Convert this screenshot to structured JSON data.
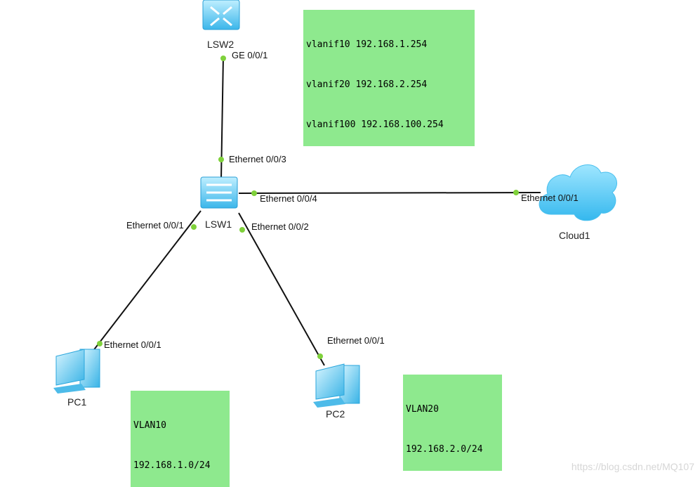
{
  "devices": {
    "lsw2": {
      "label": "LSW2"
    },
    "lsw1": {
      "label": "LSW1"
    },
    "cloud1": {
      "label": "Cloud1"
    },
    "pc1": {
      "label": "PC1"
    },
    "pc2": {
      "label": "PC2"
    }
  },
  "ports": {
    "lsw2_ge001": "GE 0/0/1",
    "lsw1_e003": "Ethernet 0/0/3",
    "lsw1_e004": "Ethernet 0/0/4",
    "cloud1_e001": "Ethernet 0/0/1",
    "lsw1_e001": "Ethernet 0/0/1",
    "lsw1_e002": "Ethernet 0/0/2",
    "pc1_e001": "Ethernet 0/0/1",
    "pc2_e001": "Ethernet 0/0/1"
  },
  "notes": {
    "vlanif": [
      "vlanif10 192.168.1.254",
      "vlanif20 192.168.2.254",
      "vlanif100 192.168.100.254"
    ],
    "vlan10": [
      "VLAN10",
      "192.168.1.0/24"
    ],
    "vlan20": [
      "VLAN20",
      "192.168.2.0/24"
    ]
  },
  "watermark": "https://blog.csdn.net/MQ107",
  "colors": {
    "link": "#111111",
    "port_dot": "#7fd13b",
    "note_bg": "#8ee98e",
    "device_blue": "#4fc3f0",
    "cloud_blue": "#5fcff5"
  }
}
